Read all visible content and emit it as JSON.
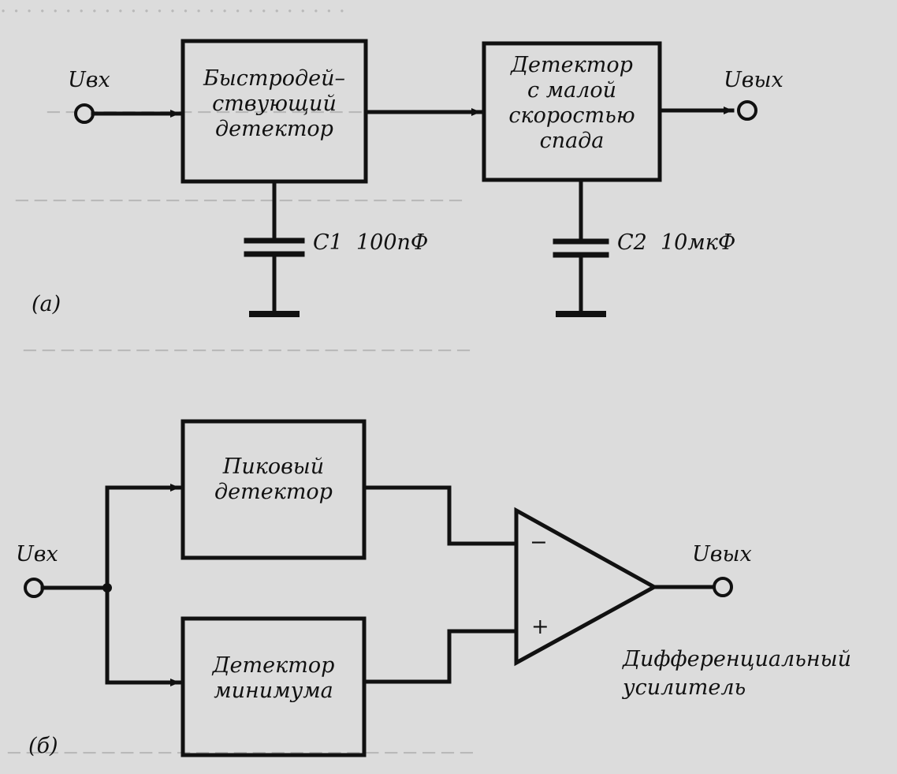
{
  "diagram_a": {
    "label": "(а)",
    "input_label": "Uвх",
    "output_label": "Uвых",
    "block1": {
      "lines": [
        "Быстродей–",
        "ствующий",
        "детектор"
      ]
    },
    "block2": {
      "lines": [
        "Детектор",
        "с  малой",
        "скоростью",
        "спада"
      ]
    },
    "c1_label": "C1  100пФ",
    "c2_label": "C2  10мкФ"
  },
  "diagram_b": {
    "label": "(б)",
    "input_label": "Uвх",
    "output_label": "Uвых",
    "block_peak": {
      "lines": [
        "Пиковый",
        "детектор"
      ]
    },
    "block_min": {
      "lines": [
        "Детектор",
        "минимума"
      ]
    },
    "opamp_minus": "−",
    "opamp_plus": "+",
    "amp_caption": [
      "Дифференциальный",
      "усилитель"
    ]
  },
  "colors": {
    "ink": "#111111",
    "paper": "#dcdcdc",
    "bleed": "#b9b9b9"
  }
}
